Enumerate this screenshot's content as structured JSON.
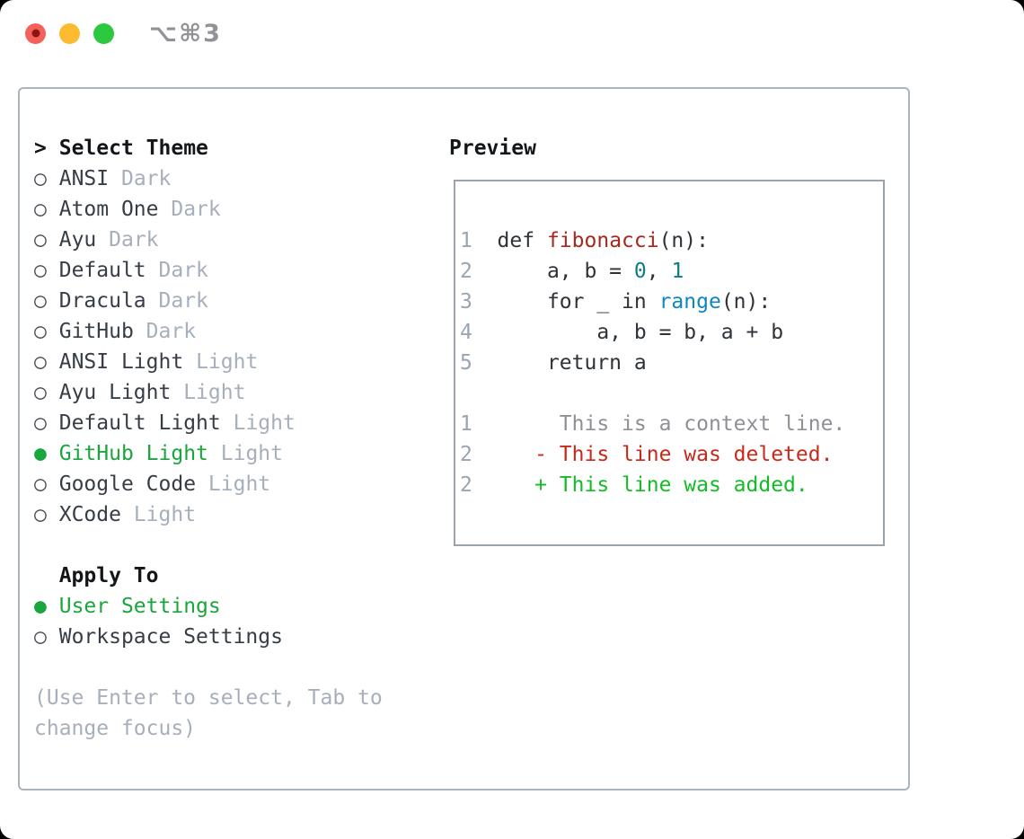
{
  "window": {
    "title": "⌥⌘3",
    "traffic_lights": [
      {
        "name": "close",
        "color": "#f4605a",
        "inner_dot": "#8c1512"
      },
      {
        "name": "minimize",
        "color": "#fdbc2f"
      },
      {
        "name": "zoom",
        "color": "#2bc840"
      }
    ]
  },
  "colors": {
    "window_bg": "#ffffff",
    "backdrop": "#000000",
    "title": "#919297",
    "panel_border": "#abb3bc",
    "box_border": "#9aa3ae",
    "prompt": "#14171a",
    "heading": "#14171a",
    "item": "#373d46",
    "tag": "#a6afbb",
    "ring": "#454b54",
    "selected_green": "#19a63d",
    "help": "#a6afbb",
    "num": "#9aa4b2",
    "code": "#2d3339",
    "func": "#a6281f",
    "builtin": "#0e86c4",
    "number": "#0d7d88",
    "context": "#8f9095",
    "deleted": "#c9291b",
    "added": "#13bc26"
  },
  "sidebar": {
    "prompt_marker": ">",
    "heading": "Select Theme",
    "markers": {
      "unselected": "○",
      "selected": "●"
    },
    "themes": [
      {
        "name": "ANSI",
        "tag": "Dark",
        "selected": false
      },
      {
        "name": "Atom One",
        "tag": "Dark",
        "selected": false
      },
      {
        "name": "Ayu",
        "tag": "Dark",
        "selected": false
      },
      {
        "name": "Default",
        "tag": "Dark",
        "selected": false
      },
      {
        "name": "Dracula",
        "tag": "Dark",
        "selected": false
      },
      {
        "name": "GitHub",
        "tag": "Dark",
        "selected": false
      },
      {
        "name": "ANSI Light",
        "tag": "Light",
        "selected": false
      },
      {
        "name": "Ayu Light",
        "tag": "Light",
        "selected": false
      },
      {
        "name": "Default Light",
        "tag": "Light",
        "selected": false
      },
      {
        "name": "GitHub Light",
        "tag": "Light",
        "selected": true
      },
      {
        "name": "Google Code",
        "tag": "Light",
        "selected": false
      },
      {
        "name": "XCode",
        "tag": "Light",
        "selected": false
      }
    ],
    "apply": {
      "heading": "Apply To",
      "options": [
        {
          "name": "User Settings",
          "selected": true
        },
        {
          "name": "Workspace Settings",
          "selected": false
        }
      ]
    },
    "help_lines": [
      "(Use Enter to select, Tab to",
      "change focus)"
    ]
  },
  "preview": {
    "heading": "Preview",
    "code_lines": [
      {
        "num": "1",
        "segs": [
          [
            "  def ",
            "code"
          ],
          [
            "fibonacci",
            "func"
          ],
          [
            "(n):",
            "code"
          ]
        ]
      },
      {
        "num": "2",
        "segs": [
          [
            "      a, b = ",
            "code"
          ],
          [
            "0",
            "number"
          ],
          [
            ", ",
            "code"
          ],
          [
            "1",
            "number"
          ]
        ]
      },
      {
        "num": "3",
        "segs": [
          [
            "      for _ in ",
            "code"
          ],
          [
            "range",
            "builtin"
          ],
          [
            "(n):",
            "code"
          ]
        ]
      },
      {
        "num": "4",
        "segs": [
          [
            "          a, b = b, a + b",
            "code"
          ]
        ]
      },
      {
        "num": "5",
        "segs": [
          [
            "      return a",
            "code"
          ]
        ]
      },
      {
        "num": "",
        "segs": []
      },
      {
        "num": "1",
        "segs": [
          [
            "       This is a context line.",
            "context"
          ]
        ]
      },
      {
        "num": "2",
        "segs": [
          [
            "     - This line was deleted.",
            "deleted"
          ]
        ]
      },
      {
        "num": "2",
        "segs": [
          [
            "     + This line was added.",
            "added"
          ]
        ]
      }
    ]
  }
}
